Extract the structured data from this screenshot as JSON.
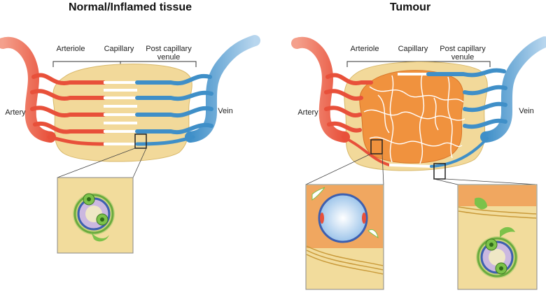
{
  "panels": {
    "normal": {
      "title": "Normal/Inflamed tissue",
      "arteriole": "Arteriole",
      "capillary": "Capillary",
      "venule_line1": "Post capillary",
      "venule_line2": "venule",
      "artery": "Artery",
      "vein": "Vein"
    },
    "tumour": {
      "title": "Tumour",
      "arteriole": "Arteriole",
      "capillary": "Capillary",
      "venule_line1": "Post capillary",
      "venule_line2": "venule",
      "artery": "Artery",
      "vein": "Vein"
    }
  },
  "colors": {
    "artery": "#e8503a",
    "vein": "#3f8fc8",
    "tissue": "#f2d99a",
    "tumour": "#f0923e",
    "inset_bg": "#f2dc9c",
    "cell_green": "#7cc24a"
  }
}
